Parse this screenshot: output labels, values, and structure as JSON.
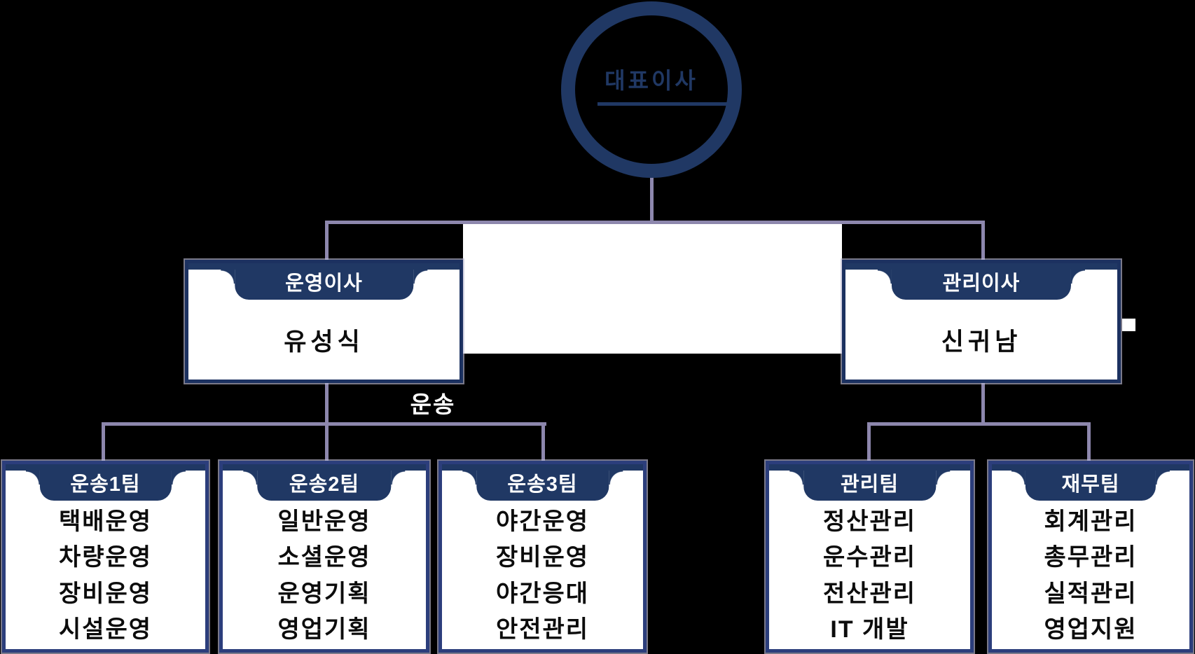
{
  "org_chart": {
    "root": {
      "title": "대표이사"
    },
    "directors": [
      {
        "title": "운영이사",
        "name": "유성식"
      },
      {
        "title": "관리이사",
        "name": "신귀남"
      }
    ],
    "branch_label": "운송",
    "teams": [
      {
        "title": "운송1팀",
        "items": [
          "택배운영",
          "차량운영",
          "장비운영",
          "시설운영"
        ]
      },
      {
        "title": "운송2팀",
        "items": [
          "일반운영",
          "소셜운영",
          "운영기획",
          "영업기획"
        ]
      },
      {
        "title": "운송3팀",
        "items": [
          "야간운영",
          "장비운영",
          "야간응대",
          "안전관리"
        ]
      },
      {
        "title": "관리팀",
        "items": [
          "정산관리",
          "운수관리",
          "전산관리",
          "IT 개발"
        ]
      },
      {
        "title": "재무팀",
        "items": [
          "회계관리",
          "총무관리",
          "실적관리",
          "영업지원"
        ]
      }
    ],
    "colors": {
      "navy": "#203864",
      "connector": "#8d87ad",
      "box_fill": "#ffffff",
      "item_text": "#0c0c0c",
      "background": "#000000"
    }
  }
}
